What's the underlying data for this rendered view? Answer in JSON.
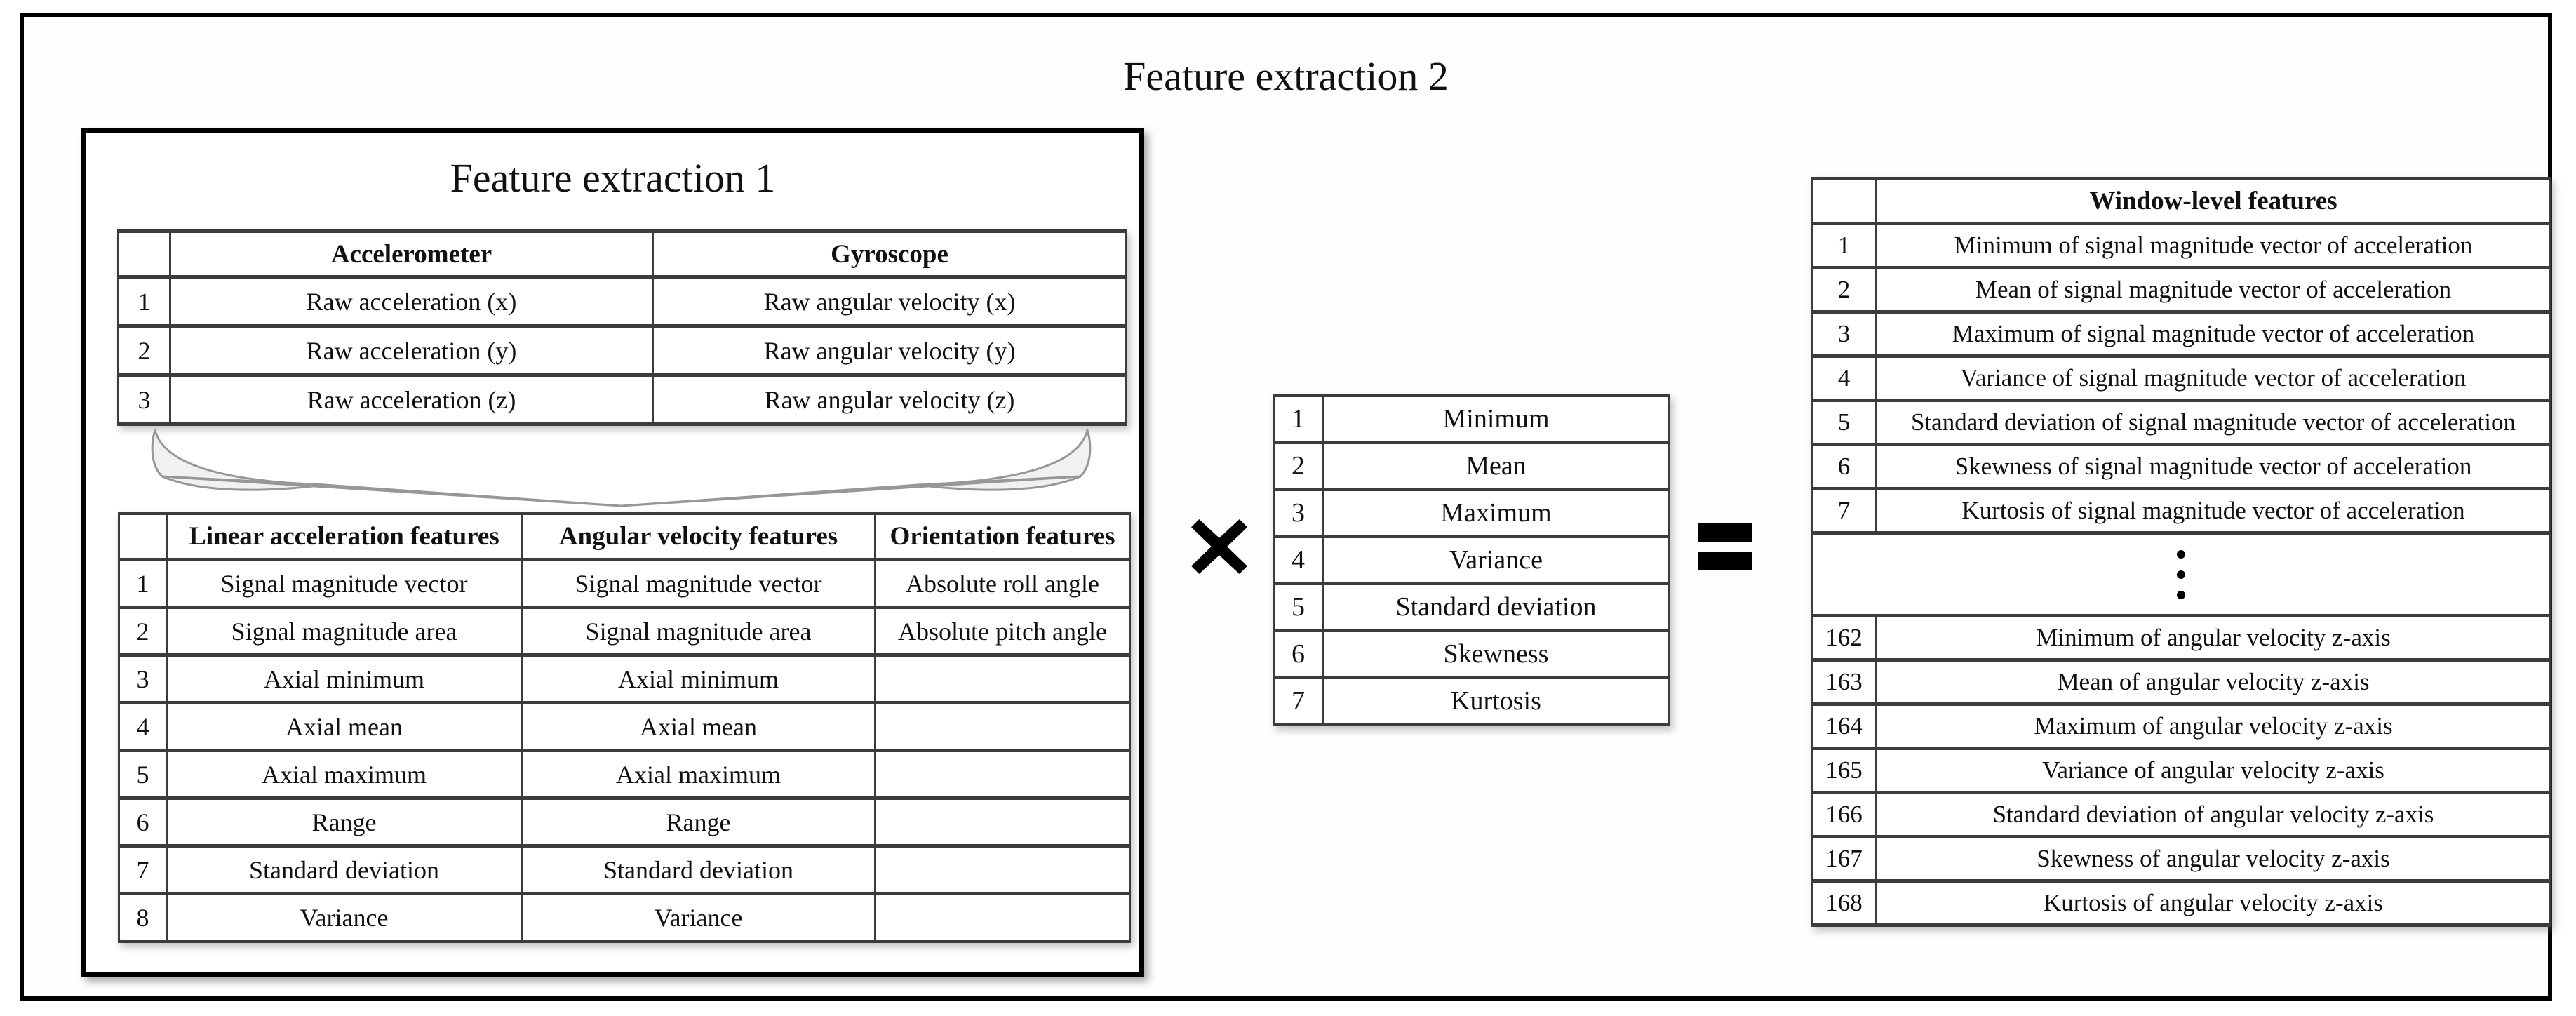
{
  "diagram_title": "Feature extraction 2",
  "fe1": {
    "title": "Feature extraction 1",
    "sensor": {
      "headers": [
        "Accelerometer",
        "Gyroscope"
      ],
      "rows": [
        {
          "num": "1",
          "acc": "Raw acceleration (x)",
          "gyro": "Raw angular velocity (x)"
        },
        {
          "num": "2",
          "acc": "Raw acceleration (y)",
          "gyro": "Raw angular velocity (y)"
        },
        {
          "num": "3",
          "acc": "Raw acceleration (z)",
          "gyro": "Raw angular velocity (z)"
        }
      ]
    },
    "features": {
      "headers": [
        "Linear acceleration features",
        "Angular velocity features",
        "Orientation features"
      ],
      "rows": [
        {
          "num": "1",
          "linear": "Signal magnitude vector",
          "angular": "Signal magnitude vector",
          "orientation": "Absolute roll angle"
        },
        {
          "num": "2",
          "linear": "Signal magnitude area",
          "angular": "Signal magnitude area",
          "orientation": "Absolute pitch angle"
        },
        {
          "num": "3",
          "linear": "Axial minimum",
          "angular": "Axial minimum",
          "orientation": ""
        },
        {
          "num": "4",
          "linear": "Axial mean",
          "angular": "Axial mean",
          "orientation": ""
        },
        {
          "num": "5",
          "linear": "Axial maximum",
          "angular": "Axial maximum",
          "orientation": ""
        },
        {
          "num": "6",
          "linear": "Range",
          "angular": "Range",
          "orientation": ""
        },
        {
          "num": "7",
          "linear": "Standard deviation",
          "angular": "Standard deviation",
          "orientation": ""
        },
        {
          "num": "8",
          "linear": "Variance",
          "angular": "Variance",
          "orientation": ""
        }
      ]
    }
  },
  "stats": {
    "rows": [
      {
        "num": "1",
        "label": "Minimum"
      },
      {
        "num": "2",
        "label": "Mean"
      },
      {
        "num": "3",
        "label": "Maximum"
      },
      {
        "num": "4",
        "label": "Variance"
      },
      {
        "num": "5",
        "label": "Standard deviation"
      },
      {
        "num": "6",
        "label": "Skewness"
      },
      {
        "num": "7",
        "label": "Kurtosis"
      }
    ]
  },
  "window_features": {
    "header": "Window-level features",
    "top": [
      {
        "num": "1",
        "label": "Minimum of signal magnitude vector of acceleration"
      },
      {
        "num": "2",
        "label": "Mean of signal magnitude vector of acceleration"
      },
      {
        "num": "3",
        "label": "Maximum of signal magnitude vector of acceleration"
      },
      {
        "num": "4",
        "label": "Variance of signal magnitude vector of acceleration"
      },
      {
        "num": "5",
        "label": "Standard deviation of signal magnitude vector of acceleration"
      },
      {
        "num": "6",
        "label": "Skewness of signal magnitude vector of acceleration"
      },
      {
        "num": "7",
        "label": "Kurtosis of signal magnitude vector of acceleration"
      }
    ],
    "ellipsis": "⋮",
    "bottom": [
      {
        "num": "162",
        "label": "Minimum of angular velocity z-axis"
      },
      {
        "num": "163",
        "label": "Mean of angular velocity z-axis"
      },
      {
        "num": "164",
        "label": "Maximum of angular velocity z-axis"
      },
      {
        "num": "165",
        "label": "Variance of angular velocity z-axis"
      },
      {
        "num": "166",
        "label": "Standard deviation of angular velocity z-axis"
      },
      {
        "num": "167",
        "label": "Skewness of angular velocity z-axis"
      },
      {
        "num": "168",
        "label": "Kurtosis of angular velocity z-axis"
      }
    ]
  },
  "icons": {
    "multiply": "heavy-multiplication-x",
    "equals": "heavy-equals-sign",
    "row_gap": "vertical-ellipsis",
    "merge": "funnel-arrow"
  },
  "colors": {
    "border": "#000000",
    "table_line": "#3c3c3c",
    "text": "#111111",
    "background": "#ffffff"
  }
}
